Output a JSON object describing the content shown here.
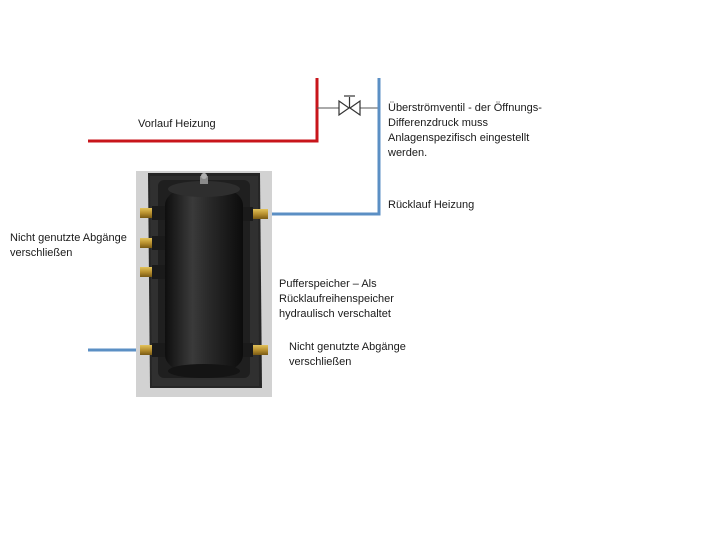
{
  "colors": {
    "supply_pipe": "#c8151b",
    "return_pipe": "#5b8fc4",
    "tank_body": "#1c1c1c",
    "insulation": "#2a2a2a",
    "background_panel": "#d4d4d4",
    "fitting_brass": "#b8902f"
  },
  "labels": {
    "vorlauf": "Vorlauf Heizung",
    "valve": [
      "Überströmventil - der Öffnungs-",
      "Differenzdruck muss",
      "Anlagenspezifisch eingestellt",
      "werden."
    ],
    "ruecklauf": "Rücklauf Heizung",
    "unused_left": [
      "Nicht genutzte Abgänge",
      "verschließen"
    ],
    "buffer": [
      "Pufferspeicher – Als",
      "Rücklaufreihenspeicher",
      "hydraulisch verschaltet"
    ],
    "unused_right": [
      "Nicht genutzte Abgänge",
      "verschließen"
    ]
  },
  "icons": {
    "valve": "overflow-valve-icon",
    "tank": "buffer-tank-icon"
  }
}
